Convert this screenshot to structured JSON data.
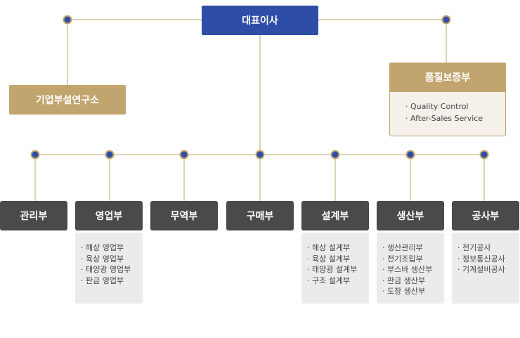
{
  "ceo": {
    "label": "대표이사"
  },
  "research_lab": {
    "label": "기업부설연구소"
  },
  "quality": {
    "label": "품질보증부",
    "items": [
      "Quality Control",
      "After-Sales Service"
    ]
  },
  "departments": [
    {
      "label": "관리부",
      "items": []
    },
    {
      "label": "영업부",
      "items": [
        "해상 영업부",
        "육상 영업부",
        "태양광 영업부",
        "판금 영업부"
      ]
    },
    {
      "label": "무역부",
      "items": []
    },
    {
      "label": "구매부",
      "items": []
    },
    {
      "label": "설계부",
      "items": [
        "해상 설계부",
        "육상 설계부",
        "태양광 설계부",
        "구조 설계부"
      ]
    },
    {
      "label": "생산부",
      "items": [
        "생산관리부",
        "전기조립부",
        "부스바 생산부",
        "판금 생산부",
        "도장 생산부"
      ]
    },
    {
      "label": "공사부",
      "items": [
        "전기공사",
        "정보통신공사",
        "기계설비공사"
      ]
    }
  ],
  "colors": {
    "ceo": "#2e4da6",
    "gold": "#c2a56e",
    "dept": "#4a4a4a",
    "sub_bg": "#ebebeb",
    "line": "#c2a56e"
  }
}
